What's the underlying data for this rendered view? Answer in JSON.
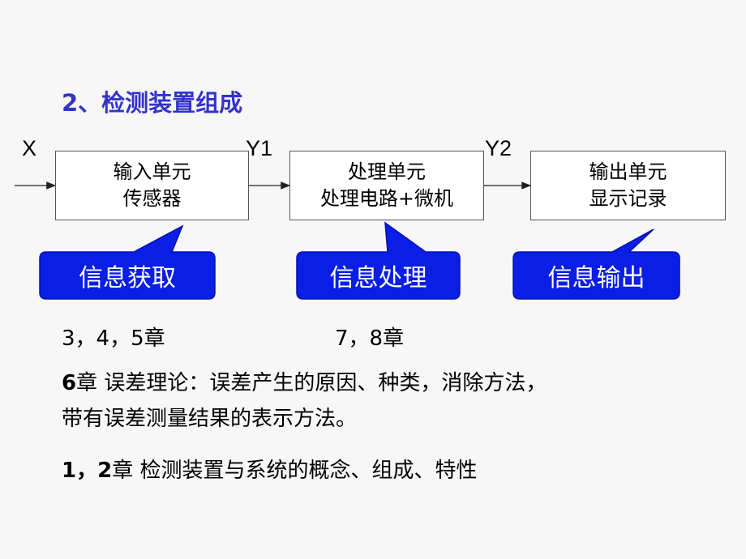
{
  "title": "2、检测装置组成",
  "signals": {
    "x": "X",
    "y1": "Y1",
    "y2": "Y2"
  },
  "boxes": [
    {
      "line1": "输入单元",
      "line2": "传感器"
    },
    {
      "line1": "处理单元",
      "line2": "处理电路+微机"
    },
    {
      "line1": "输出单元",
      "line2": "显示记录"
    }
  ],
  "callouts": [
    "信息获取",
    "信息处理",
    "信息输出"
  ],
  "chapters": {
    "left": "3，4，5章",
    "middle": "7，8章"
  },
  "para6": {
    "num": "6",
    "text": "章 误差理论：误差产生的原因、种类，消除方法，",
    "line2": "带有误差测量结果的表示方法。"
  },
  "para12": {
    "num": "1，2",
    "text": "章 检测装置与系统的概念、组成、特性"
  },
  "colors": {
    "title": "#3333cc",
    "callout_fill": "#0a1ee6",
    "background": "#f7f7f7"
  }
}
